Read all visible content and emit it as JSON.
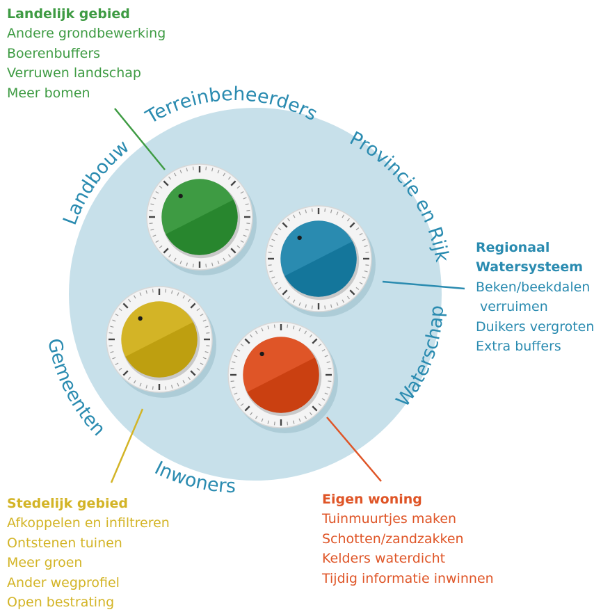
{
  "actors": {
    "top": "Terreinbeheerders",
    "right_top": "Provincie en Rijk",
    "right_bottom": "Waterschap",
    "bottom": "Inwoners",
    "left_bottom": "Gemeenten",
    "left_top": "Landbouw"
  },
  "landelijk": {
    "heading": "Landelijk gebied",
    "items": [
      "Andere grondbewerking",
      "Boerenbuffers",
      "Verruwen landschap",
      "Meer bomen"
    ]
  },
  "regionaal": {
    "heading_1": "Regionaal",
    "heading_2": "Watersysteem",
    "items": [
      "Beken/beekdalen",
      "verruimen",
      "Duikers vergroten",
      "Extra buffers"
    ]
  },
  "stedelijk": {
    "heading": "Stedelijk gebied",
    "items": [
      "Afkoppelen en infiltreren",
      "Ontstenen tuinen",
      "Meer groen",
      "Ander wegprofiel",
      "Open bestrating"
    ]
  },
  "eigen_woning": {
    "heading": "Eigen woning",
    "items": [
      "Tuinmuurtjes maken",
      "Schotten/zandzakken",
      "Kelders waterdicht",
      "Tijdig informatie inwinnen"
    ]
  },
  "colors": {
    "green": "#3e9b43",
    "blue": "#2a8bb0",
    "yellow": "#d3b426",
    "red": "#df5527",
    "circle": "#c7e0ea",
    "actor_text": "#2a8bb0"
  }
}
